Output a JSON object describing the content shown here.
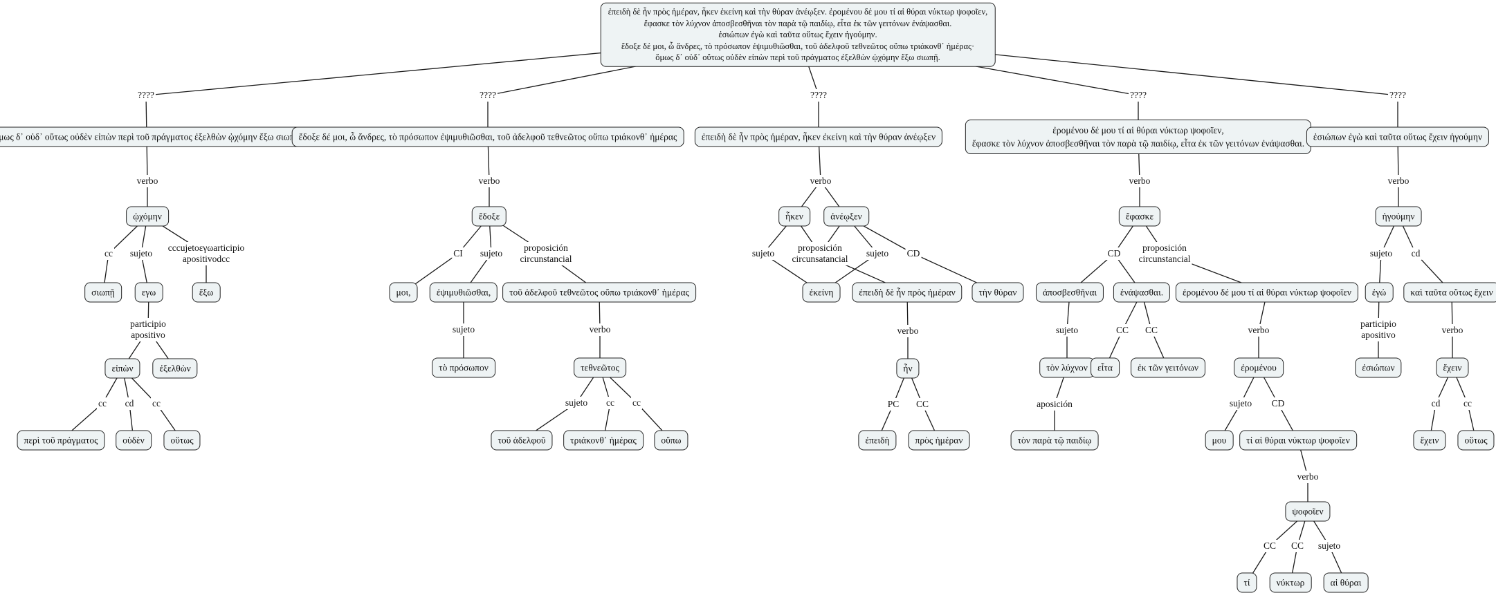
{
  "map": {
    "colors": {
      "node_fill": "#eef3f4",
      "node_border": "#222222",
      "line": "#1a1a1a"
    },
    "nodes": [
      {
        "id": "root",
        "kind": "concept",
        "text": "ἐπειδὴ δὲ ἦν πρὸς ἡμέραν, ἧκεν ἐκείνη καὶ τὴν θύραν ἀνέῳξεν. ἐρομένου δέ μου τί αἱ θύραι νύκτωρ ψοφοῖεν,\nἔφασκε τὸν λύχνον ἀποσβεσθῆναι τὸν παρὰ τῷ παιδίῳ, εἶτα ἐκ τῶν γειτόνων ἐνάψασθαι.\nἐσιώπων ἐγὼ καὶ ταῦτα οὕτως ἔχειν ἡγούμην.\nἔδοξε δέ μοι, ὦ ἄνδρες, τὸ πρόσωπον ἐψιμυθιῶσθαι, τοῦ ἀδελφοῦ τεθνεῶτος οὔπω τριάκονθ᾽ ἡμέρας·\nὅμως δ᾽ οὐδ᾽ οὕτως οὐδὲν εἰπὼν περὶ τοῦ πράγματος ἐξελθὼν ᾠχόμην ἔξω σιωπῇ."
      },
      {
        "id": "q1",
        "kind": "link",
        "text": "????"
      },
      {
        "id": "q2",
        "kind": "link",
        "text": "????"
      },
      {
        "id": "q3",
        "kind": "link",
        "text": "????"
      },
      {
        "id": "q4",
        "kind": "link",
        "text": "????"
      },
      {
        "id": "q5",
        "kind": "link",
        "text": "????"
      },
      {
        "id": "n1",
        "kind": "concept",
        "text": "ὅμως δ᾽ οὐδ᾽ οὕτως οὐδὲν εἰπὼν περὶ τοῦ πράγματος ἐξελθὼν ᾠχόμην ἔξω σιωπῇ"
      },
      {
        "id": "n2",
        "kind": "concept",
        "text": "ἔδοξε δέ μοι, ὦ ἄνδρες, τὸ πρόσωπον ἐψιμυθιῶσθαι, τοῦ ἀδελφοῦ τεθνεῶτος οὔπω τριάκονθ᾽ ἡμέρας"
      },
      {
        "id": "n3",
        "kind": "concept",
        "text": "ἐπειδὴ δὲ ἦν πρὸς ἡμέραν, ἧκεν ἐκείνη καὶ τὴν θύραν ἀνέῳξεν"
      },
      {
        "id": "n4",
        "kind": "concept",
        "text": "ἐρομένου δέ μου τί αἱ θύραι νύκτωρ ψοφοῖεν,\nἔφασκε τὸν λύχνον ἀποσβεσθῆναι τὸν παρὰ τῷ παιδίῳ, εἶτα ἐκ τῶν γειτόνων ἐνάψασθαι."
      },
      {
        "id": "n5",
        "kind": "concept",
        "text": "ἐσιώπων ἐγὼ καὶ ταῦτα οὕτως ἔχειν ἡγούμην"
      },
      {
        "id": "v1",
        "kind": "link",
        "text": "verbo"
      },
      {
        "id": "c1",
        "kind": "concept",
        "text": "ᾠχόμην"
      },
      {
        "id": "l1a",
        "kind": "link",
        "text": "cc"
      },
      {
        "id": "l1b",
        "kind": "link",
        "text": "sujeto"
      },
      {
        "id": "l1c",
        "kind": "link",
        "text": "cccujetoεγωarticipio\napositivodcc"
      },
      {
        "id": "c1a",
        "kind": "concept",
        "text": "σιωπῇ"
      },
      {
        "id": "c1b",
        "kind": "concept",
        "text": "εγω"
      },
      {
        "id": "c1c",
        "kind": "concept",
        "text": "ἔξω"
      },
      {
        "id": "l1d",
        "kind": "link",
        "text": "participio\napositivo"
      },
      {
        "id": "c1d",
        "kind": "concept",
        "text": "εἰπὼν"
      },
      {
        "id": "c1e",
        "kind": "concept",
        "text": "ἐξελθὼν"
      },
      {
        "id": "l1e",
        "kind": "link",
        "text": "cc"
      },
      {
        "id": "l1f",
        "kind": "link",
        "text": "cd"
      },
      {
        "id": "l1g",
        "kind": "link",
        "text": "cc"
      },
      {
        "id": "c1f",
        "kind": "concept",
        "text": "περὶ τοῦ πράγματος"
      },
      {
        "id": "c1g",
        "kind": "concept",
        "text": "οὐδὲν"
      },
      {
        "id": "c1h",
        "kind": "concept",
        "text": "οὕτως"
      },
      {
        "id": "v2",
        "kind": "link",
        "text": "verbo"
      },
      {
        "id": "c2",
        "kind": "concept",
        "text": "ἔδοξε"
      },
      {
        "id": "l2a",
        "kind": "link",
        "text": "CI"
      },
      {
        "id": "l2b",
        "kind": "link",
        "text": "sujeto"
      },
      {
        "id": "l2c",
        "kind": "link",
        "text": "proposición\ncircunstancial"
      },
      {
        "id": "c2a",
        "kind": "concept",
        "text": "μοι,"
      },
      {
        "id": "c2b",
        "kind": "concept",
        "text": "ἐψιμυθιῶσθαι,"
      },
      {
        "id": "c2c",
        "kind": "concept",
        "text": "τοῦ ἀδελφοῦ τεθνεῶτος οὔπω τριάκονθ᾽ ἡμέρας"
      },
      {
        "id": "l2d",
        "kind": "link",
        "text": "sujeto"
      },
      {
        "id": "c2d",
        "kind": "concept",
        "text": "τὸ πρόσωπον"
      },
      {
        "id": "l2e",
        "kind": "link",
        "text": "verbo"
      },
      {
        "id": "c2e",
        "kind": "concept",
        "text": "τεθνεῶτος"
      },
      {
        "id": "l2f",
        "kind": "link",
        "text": "sujeto"
      },
      {
        "id": "l2g",
        "kind": "link",
        "text": "cc"
      },
      {
        "id": "l2h",
        "kind": "link",
        "text": "cc"
      },
      {
        "id": "c2f",
        "kind": "concept",
        "text": "τοῦ ἀδελφοῦ"
      },
      {
        "id": "c2g",
        "kind": "concept",
        "text": "τριάκονθ᾽ ἡμέρας"
      },
      {
        "id": "c2h",
        "kind": "concept",
        "text": "οὔπω"
      },
      {
        "id": "v3",
        "kind": "link",
        "text": "verbo"
      },
      {
        "id": "c3a",
        "kind": "concept",
        "text": "ἧκεν"
      },
      {
        "id": "c3b",
        "kind": "concept",
        "text": "ἀνέῳξεν"
      },
      {
        "id": "l3a",
        "kind": "link",
        "text": "sujeto"
      },
      {
        "id": "l3b",
        "kind": "link",
        "text": "proposición\ncircunsatancial"
      },
      {
        "id": "l3c",
        "kind": "link",
        "text": "sujeto"
      },
      {
        "id": "l3d",
        "kind": "link",
        "text": "CD"
      },
      {
        "id": "c3c",
        "kind": "concept",
        "text": "ἐκείνη"
      },
      {
        "id": "c3d",
        "kind": "concept",
        "text": "ἐπειδὴ δὲ ἦν πρὸς ἡμέραν"
      },
      {
        "id": "c3e",
        "kind": "concept",
        "text": "τὴν θύραν"
      },
      {
        "id": "l3e",
        "kind": "link",
        "text": "verbo"
      },
      {
        "id": "c3f",
        "kind": "concept",
        "text": "ἦν"
      },
      {
        "id": "l3f",
        "kind": "link",
        "text": "PC"
      },
      {
        "id": "l3g",
        "kind": "link",
        "text": "CC"
      },
      {
        "id": "c3g",
        "kind": "concept",
        "text": "ἐπειδὴ"
      },
      {
        "id": "c3h",
        "kind": "concept",
        "text": "πρὸς ἡμέραν"
      },
      {
        "id": "v4",
        "kind": "link",
        "text": "verbo"
      },
      {
        "id": "c4",
        "kind": "concept",
        "text": "ἔφασκε"
      },
      {
        "id": "l4a",
        "kind": "link",
        "text": "CD"
      },
      {
        "id": "l4b",
        "kind": "link",
        "text": "proposición\ncircunstancial"
      },
      {
        "id": "c4a",
        "kind": "concept",
        "text": "ἀποσβεσθῆναι"
      },
      {
        "id": "c4b",
        "kind": "concept",
        "text": "ἐνάψασθαι."
      },
      {
        "id": "c4c",
        "kind": "concept",
        "text": "ἐρομένου δέ μου τί αἱ θύραι νύκτωρ ψοφοῖεν"
      },
      {
        "id": "l4c",
        "kind": "link",
        "text": "sujeto"
      },
      {
        "id": "c4d",
        "kind": "concept",
        "text": "τὸν λύχνον"
      },
      {
        "id": "l4d",
        "kind": "link",
        "text": "aposición"
      },
      {
        "id": "c4e",
        "kind": "concept",
        "text": "τὸν παρὰ τῷ παιδίῳ"
      },
      {
        "id": "l4e",
        "kind": "link",
        "text": "CC"
      },
      {
        "id": "l4f",
        "kind": "link",
        "text": "CC"
      },
      {
        "id": "c4f",
        "kind": "concept",
        "text": "εἶτα"
      },
      {
        "id": "c4g",
        "kind": "concept",
        "text": "ἐκ τῶν γειτόνων"
      },
      {
        "id": "l4g",
        "kind": "link",
        "text": "verbo"
      },
      {
        "id": "c4h",
        "kind": "concept",
        "text": "ἐρομένου"
      },
      {
        "id": "l4h",
        "kind": "link",
        "text": "sujeto"
      },
      {
        "id": "l4i",
        "kind": "link",
        "text": "CD"
      },
      {
        "id": "c4i",
        "kind": "concept",
        "text": "μου"
      },
      {
        "id": "c4j",
        "kind": "concept",
        "text": "τί αἱ θύραι νύκτωρ ψοφοῖεν"
      },
      {
        "id": "l4j",
        "kind": "link",
        "text": "verbo"
      },
      {
        "id": "c4k",
        "kind": "concept",
        "text": "ψοφοῖεν"
      },
      {
        "id": "l4k",
        "kind": "link",
        "text": "CC"
      },
      {
        "id": "l4l",
        "kind": "link",
        "text": "CC"
      },
      {
        "id": "l4m",
        "kind": "link",
        "text": "sujeto"
      },
      {
        "id": "c4l",
        "kind": "concept",
        "text": "τί"
      },
      {
        "id": "c4m",
        "kind": "concept",
        "text": "νύκτωρ"
      },
      {
        "id": "c4n",
        "kind": "concept",
        "text": "αἱ θύραι"
      },
      {
        "id": "v5",
        "kind": "link",
        "text": "verbo"
      },
      {
        "id": "c5",
        "kind": "concept",
        "text": "ἡγούμην"
      },
      {
        "id": "l5a",
        "kind": "link",
        "text": "sujeto"
      },
      {
        "id": "l5b",
        "kind": "link",
        "text": "cd"
      },
      {
        "id": "c5a",
        "kind": "concept",
        "text": "ἐγώ"
      },
      {
        "id": "c5b",
        "kind": "concept",
        "text": "καὶ ταῦτα οὕτως ἔχειν"
      },
      {
        "id": "l5c",
        "kind": "link",
        "text": "participio\napositivo"
      },
      {
        "id": "c5c",
        "kind": "concept",
        "text": "ἐσιώπων"
      },
      {
        "id": "l5d",
        "kind": "link",
        "text": "verbo"
      },
      {
        "id": "c5d",
        "kind": "concept",
        "text": "ἔχειν"
      },
      {
        "id": "l5e",
        "kind": "link",
        "text": "cd"
      },
      {
        "id": "l5f",
        "kind": "link",
        "text": "cc"
      },
      {
        "id": "c5e",
        "kind": "concept",
        "text": "ἔχειν"
      },
      {
        "id": "c5f",
        "kind": "concept",
        "text": "οὕτως"
      }
    ],
    "edges": [
      [
        "root",
        "q1"
      ],
      [
        "root",
        "q2"
      ],
      [
        "root",
        "q3"
      ],
      [
        "root",
        "q4"
      ],
      [
        "root",
        "q5"
      ],
      [
        "q1",
        "n1"
      ],
      [
        "q2",
        "n2"
      ],
      [
        "q3",
        "n3"
      ],
      [
        "q4",
        "n4"
      ],
      [
        "q5",
        "n5"
      ],
      [
        "n1",
        "v1"
      ],
      [
        "v1",
        "c1"
      ],
      [
        "c1",
        "l1a"
      ],
      [
        "l1a",
        "c1a"
      ],
      [
        "c1",
        "l1b"
      ],
      [
        "l1b",
        "c1b"
      ],
      [
        "c1",
        "l1c"
      ],
      [
        "l1c",
        "c1c"
      ],
      [
        "c1b",
        "l1d"
      ],
      [
        "l1d",
        "c1d"
      ],
      [
        "l1d",
        "c1e"
      ],
      [
        "c1d",
        "l1e"
      ],
      [
        "l1e",
        "c1f"
      ],
      [
        "c1d",
        "l1f"
      ],
      [
        "l1f",
        "c1g"
      ],
      [
        "c1d",
        "l1g"
      ],
      [
        "l1g",
        "c1h"
      ],
      [
        "n2",
        "v2"
      ],
      [
        "v2",
        "c2"
      ],
      [
        "c2",
        "l2a"
      ],
      [
        "l2a",
        "c2a"
      ],
      [
        "c2",
        "l2b"
      ],
      [
        "l2b",
        "c2b"
      ],
      [
        "c2",
        "l2c"
      ],
      [
        "l2c",
        "c2c"
      ],
      [
        "c2b",
        "l2d"
      ],
      [
        "l2d",
        "c2d"
      ],
      [
        "c2c",
        "l2e"
      ],
      [
        "l2e",
        "c2e"
      ],
      [
        "c2e",
        "l2f"
      ],
      [
        "l2f",
        "c2f"
      ],
      [
        "c2e",
        "l2g"
      ],
      [
        "l2g",
        "c2g"
      ],
      [
        "c2e",
        "l2h"
      ],
      [
        "l2h",
        "c2h"
      ],
      [
        "n3",
        "v3"
      ],
      [
        "v3",
        "c3a"
      ],
      [
        "v3",
        "c3b"
      ],
      [
        "c3a",
        "l3a"
      ],
      [
        "l3a",
        "c3c"
      ],
      [
        "c3a",
        "l3b"
      ],
      [
        "c3b",
        "l3b"
      ],
      [
        "l3b",
        "c3d"
      ],
      [
        "c3b",
        "l3c"
      ],
      [
        "l3c",
        "c3c"
      ],
      [
        "c3b",
        "l3d"
      ],
      [
        "l3d",
        "c3e"
      ],
      [
        "c3d",
        "l3e"
      ],
      [
        "l3e",
        "c3f"
      ],
      [
        "c3f",
        "l3f"
      ],
      [
        "l3f",
        "c3g"
      ],
      [
        "c3f",
        "l3g"
      ],
      [
        "l3g",
        "c3h"
      ],
      [
        "n4",
        "v4"
      ],
      [
        "v4",
        "c4"
      ],
      [
        "c4",
        "l4a"
      ],
      [
        "l4a",
        "c4a"
      ],
      [
        "l4a",
        "c4b"
      ],
      [
        "c4",
        "l4b"
      ],
      [
        "l4b",
        "c4c"
      ],
      [
        "c4a",
        "l4c"
      ],
      [
        "l4c",
        "c4d"
      ],
      [
        "c4d",
        "l4d"
      ],
      [
        "l4d",
        "c4e"
      ],
      [
        "c4b",
        "l4e"
      ],
      [
        "l4e",
        "c4f"
      ],
      [
        "c4b",
        "l4f"
      ],
      [
        "l4f",
        "c4g"
      ],
      [
        "c4c",
        "l4g"
      ],
      [
        "l4g",
        "c4h"
      ],
      [
        "c4h",
        "l4h"
      ],
      [
        "l4h",
        "c4i"
      ],
      [
        "c4h",
        "l4i"
      ],
      [
        "l4i",
        "c4j"
      ],
      [
        "c4j",
        "l4j"
      ],
      [
        "l4j",
        "c4k"
      ],
      [
        "c4k",
        "l4k"
      ],
      [
        "l4k",
        "c4l"
      ],
      [
        "c4k",
        "l4l"
      ],
      [
        "l4l",
        "c4m"
      ],
      [
        "c4k",
        "l4m"
      ],
      [
        "l4m",
        "c4n"
      ],
      [
        "n5",
        "v5"
      ],
      [
        "v5",
        "c5"
      ],
      [
        "c5",
        "l5a"
      ],
      [
        "l5a",
        "c5a"
      ],
      [
        "c5",
        "l5b"
      ],
      [
        "l5b",
        "c5b"
      ],
      [
        "c5a",
        "l5c"
      ],
      [
        "l5c",
        "c5c"
      ],
      [
        "c5b",
        "l5d"
      ],
      [
        "l5d",
        "c5d"
      ],
      [
        "c5d",
        "l5e"
      ],
      [
        "l5e",
        "c5e"
      ],
      [
        "c5d",
        "l5f"
      ],
      [
        "l5f",
        "c5f"
      ]
    ]
  }
}
